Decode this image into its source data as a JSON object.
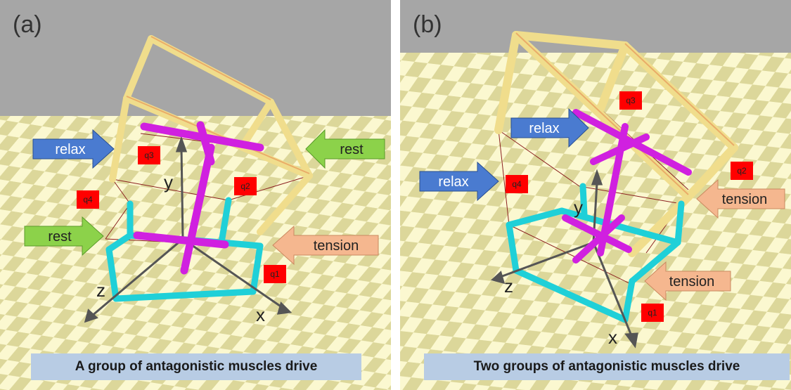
{
  "panels": {
    "a": {
      "letter": "(a)",
      "caption": "A group of antagonistic muscles drive",
      "labels": {
        "q1": "q1",
        "q2": "q2",
        "q3": "q3",
        "q4": "q4"
      },
      "arrows": {
        "relax": "relax",
        "rest_top": "rest",
        "rest_left": "rest",
        "tension": "tension"
      },
      "axes": {
        "x": "x",
        "y": "y",
        "z": "z"
      }
    },
    "b": {
      "letter": "(b)",
      "caption": "Two groups of antagonistic muscles drive",
      "labels": {
        "q1": "q1",
        "q2": "q2",
        "q3": "q3",
        "q4": "q4"
      },
      "arrows": {
        "relax_top": "relax",
        "relax_left": "relax",
        "tension_top": "tension",
        "tension_bottom": "tension"
      },
      "axes": {
        "x": "x",
        "y": "y",
        "z": "z"
      }
    }
  },
  "colors": {
    "sky": "#a6a6a6",
    "floor_light": "#fbf8d0",
    "floor_dark": "#dcd79a",
    "frame_yellow": "#f0dd8c",
    "base_cyan": "#1fd0d8",
    "joint_magenta": "#d020e0",
    "relax_blue": "#4a7bd0",
    "rest_green": "#8cd24a",
    "tension_peach": "#f5b78f",
    "caption_bg": "#b8cce4",
    "tag_red": "#ff0000"
  }
}
